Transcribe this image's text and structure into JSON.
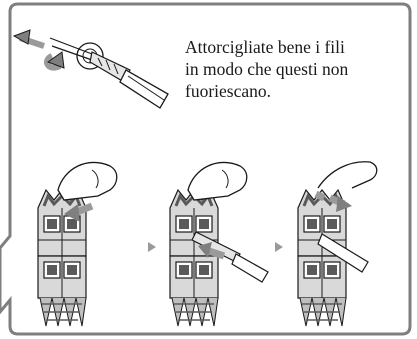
{
  "instruction": {
    "lines": [
      "Attorcigliate bene i fili",
      "in modo che questi non",
      "fuoriescano."
    ]
  },
  "steps": [
    {
      "step": 1,
      "action": "press-lever",
      "icon": "press-lever-icon"
    },
    {
      "step": 2,
      "action": "insert-wire",
      "icon": "insert-wire-icon"
    },
    {
      "step": 3,
      "action": "release-lever",
      "icon": "release-lever-icon"
    }
  ],
  "colors": {
    "frame": "#7f7f7f",
    "arrow": "#9a9a9a",
    "terminal_light": "#d9d9d9",
    "terminal_dark": "#5a5a5a",
    "line": "#1a1a1a"
  }
}
